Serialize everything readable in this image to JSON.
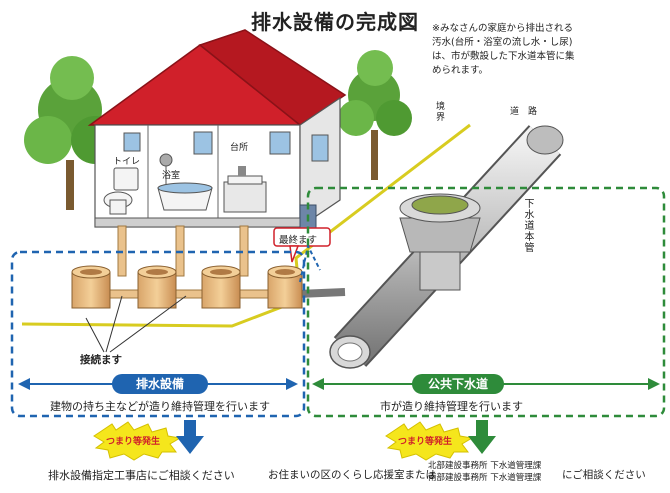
{
  "title": "排水設備の完成図",
  "note": {
    "lines": [
      "※みなさんの家庭から排出される",
      "汚水(台所・浴室の流し水・し尿)",
      "は、市が敷設した下水道本管に集",
      "められます。"
    ]
  },
  "labels": {
    "boundary": "境界",
    "road": "道　路",
    "toilet": "トイレ",
    "bathroom": "浴室",
    "kitchen": "台所",
    "final_ms": "最終ます",
    "sewer_main": "下水道本管",
    "connecting": "接続ます"
  },
  "left_panel": {
    "pill": "排水設備",
    "desc": "建物の持ち主などが造り維持管理を行います",
    "alert": "つまり等発生",
    "contact": "排水設備指定工事店にご相談ください"
  },
  "right_panel": {
    "pill": "公共下水道",
    "desc": "市が造り維持管理を行います",
    "alert": "つまり等発生",
    "contact_prefix": "お住まいの区のくらし応援室または",
    "dept_1": "北部建設事務所 下水道管理課",
    "dept_2": "南部建設事務所 下水道管理課",
    "contact_suffix": "にご相談ください"
  },
  "colors": {
    "left_accent": "#1f64b0",
    "right_accent": "#2e8b3a",
    "roof": "#d0202a",
    "burst": "#f5e61c",
    "burst_text": "#d0202a",
    "pipe": "#eac28c",
    "boundary_line": "#d8cc20"
  }
}
